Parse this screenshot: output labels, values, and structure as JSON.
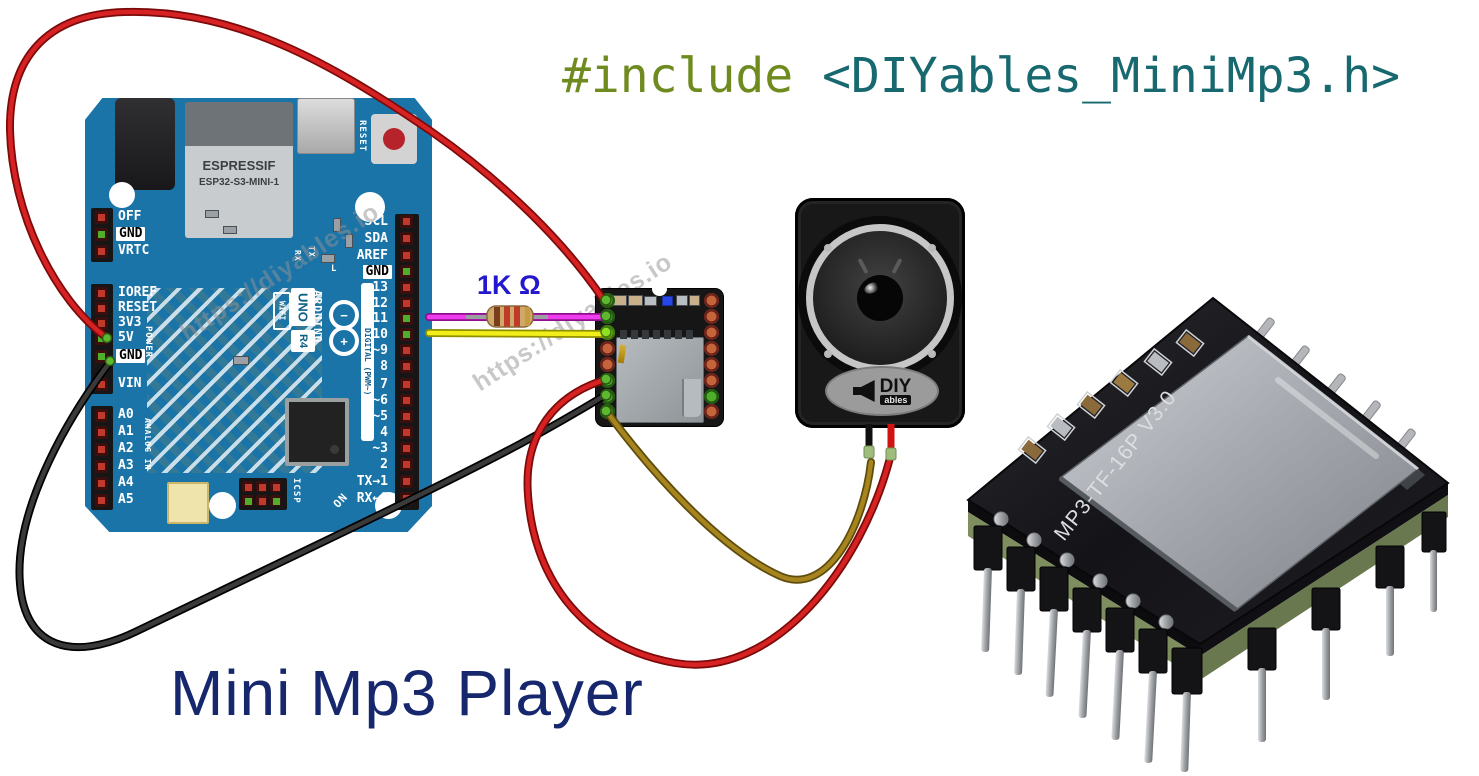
{
  "code_snippet": {
    "include_directive": "#include",
    "header_file": "<DIYables_MiniMp3.h>"
  },
  "diagram": {
    "title": "Mini Mp3 Player",
    "resistor_label": "1K Ω",
    "watermark": "https://diyables.io"
  },
  "arduino_board": {
    "module_brand": "ESPRESSIF",
    "module_name": "ESP32-S3-MINI-1",
    "brand": "ARDUINO",
    "model": "UNO",
    "revision": "R4",
    "wireless": "WIFI",
    "logo_minus": "−",
    "logo_plus": "+",
    "reset_button_label": "RESET",
    "power_label": "POWER",
    "analog_label": "ANALOG IN",
    "digital_label": "DIGITAL (PWM~)",
    "icsp_label": "ICSP",
    "on_label": "ON",
    "tx_label": "TX",
    "rx_label": "RX",
    "led_label": "L",
    "aux_pins": [
      "OFF",
      "GND",
      "VRTC"
    ],
    "power_pins": [
      "IOREF",
      "RESET",
      "3V3",
      "5V",
      "GND",
      "VIN"
    ],
    "analog_pins": [
      "A0",
      "A1",
      "A2",
      "A3",
      "A4",
      "A5"
    ],
    "comm_pins": [
      "SCL",
      "SDA",
      "AREF",
      "GND"
    ],
    "digital_pins": [
      "13",
      "12",
      "~11",
      "~10",
      "~9",
      "8",
      "7",
      "~6",
      "~5",
      "4",
      "~3",
      "2",
      "TX→1",
      "RX←0"
    ]
  },
  "speaker": {
    "brand_main": "DIY",
    "brand_sub": "ables"
  },
  "mp3_module_photo": {
    "silkscreen": "MP3-TF-16P V3.0"
  },
  "colors": {
    "board_blue": "#1a74a8",
    "wire_red": "#d62222",
    "wire_black": "#3a3a3a",
    "wire_magenta": "#ef3cef",
    "wire_yellow": "#f2ee1a",
    "wire_olive": "#a6851f",
    "include_green": "#6f8b1f",
    "header_teal": "#17696f",
    "title_navy": "#16276d",
    "resistor_label_blue": "#2418cf"
  }
}
